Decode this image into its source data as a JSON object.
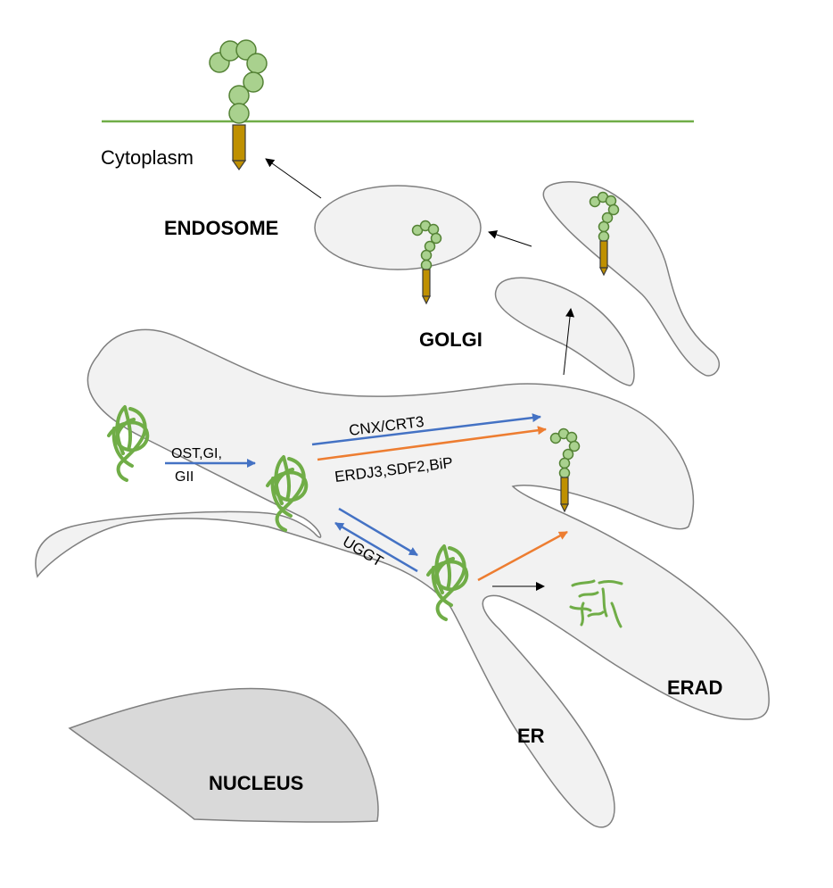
{
  "labels": {
    "cytoplasm": "Cytoplasm",
    "endosome": "ENDOSOME",
    "golgi": "GOLGI",
    "er": "ER",
    "erad": "ERAD",
    "nucleus": "NUCLEUS"
  },
  "enzymes": {
    "ost_line1": "OST,GI,",
    "ost_line2": "GII",
    "cnx": "CNX/CRT3",
    "erdj3": "ERDJ3,SDF2,BiP",
    "uggt": "UGGT"
  },
  "colors": {
    "membrane": "#70ad47",
    "blue_arrow": "#4472c4",
    "orange_arrow": "#ed7d31",
    "organelle_fill": "#f2f2f2",
    "nucleus_fill": "#d9d9d9",
    "bead_fill": "#a9d18e",
    "anchor": "#bf9000"
  }
}
